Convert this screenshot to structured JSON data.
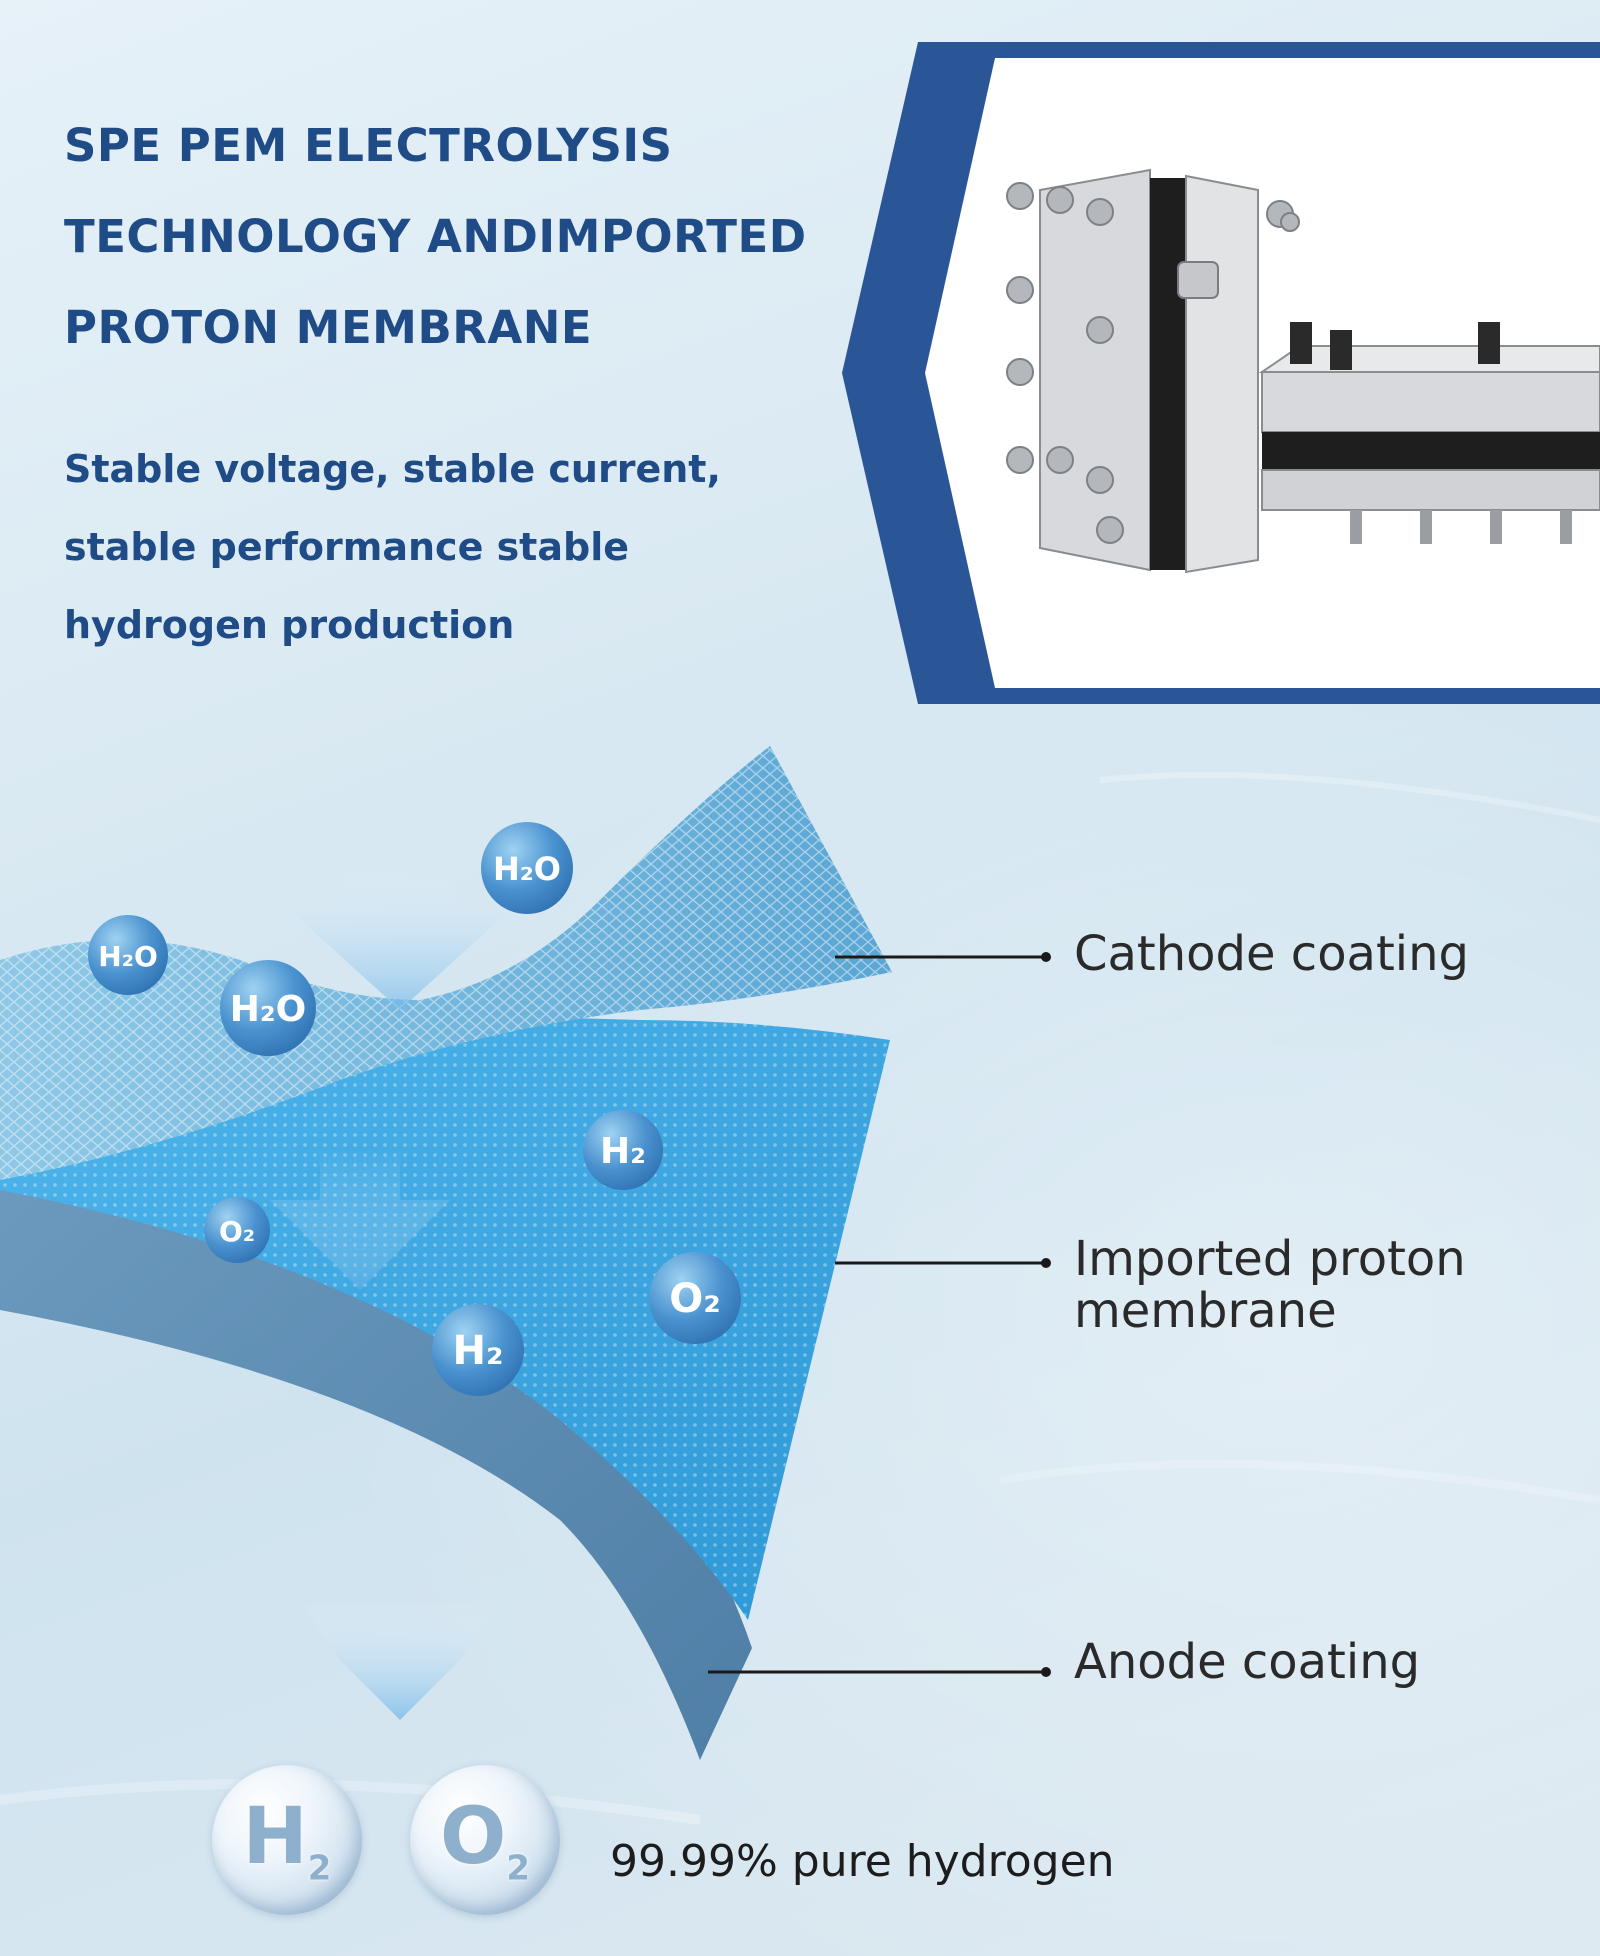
{
  "header": {
    "title_lines": [
      "SPE PEM ELECTROLYSIS",
      "TECHNOLOGY ANDIMPORTED",
      "PROTON MEMBRANE"
    ],
    "subtitle_lines": [
      "Stable voltage, stable current,",
      "stable performance stable",
      "hydrogen production"
    ]
  },
  "product_image": {
    "icon": "electrolyzer-stack-icon",
    "frame_color": "#2a5596"
  },
  "diagram": {
    "layers": [
      {
        "label": "Cathode coating"
      },
      {
        "label_lines": [
          "Imported proton",
          "membrane"
        ]
      },
      {
        "label": "Anode coating"
      }
    ],
    "molecules": {
      "water": "H₂O",
      "hydrogen": "H₂",
      "oxygen": "O₂"
    },
    "colors": {
      "cathode": "#6fb4db",
      "membrane": "#3aa8e6",
      "anode": "#5f8fb5",
      "title": "#1f4b86"
    }
  },
  "footer": {
    "h2_symbol": "H",
    "h2_sub": "2",
    "o2_symbol": "O",
    "o2_sub": "2",
    "purity_text": "99.99% pure hydrogen"
  }
}
